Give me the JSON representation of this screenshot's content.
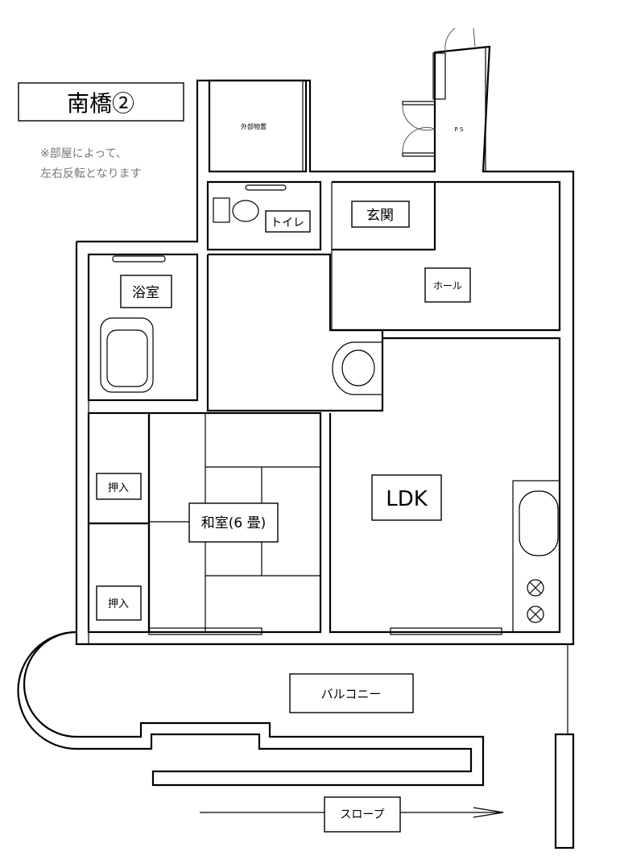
{
  "title": "南橋②",
  "note": {
    "line1": "※部屋によって、",
    "line2": "左右反転となります"
  },
  "rooms": {
    "storage": "外部物置",
    "ps": "P S",
    "toilet": "トイレ",
    "entrance": "玄関",
    "hall": "ホール",
    "bath": "浴室",
    "japanese_room": "和室(6 畳)",
    "closet_1": "押入",
    "closet_2": "押入",
    "ldk": "LDK",
    "balcony": "バルコニー",
    "slope": "スロープ"
  }
}
